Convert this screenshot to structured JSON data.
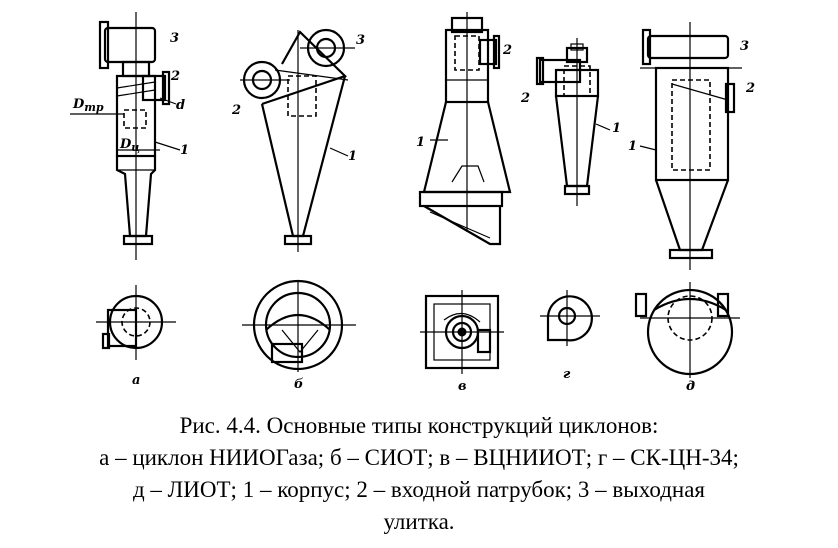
{
  "figure": {
    "variants": [
      "а",
      "б",
      "в",
      "г",
      "д"
    ],
    "part_labels": {
      "one": "1",
      "two": "2",
      "three": "3"
    },
    "dimension_labels": {
      "inlet_width": "d",
      "pipe_diameter": "D",
      "pipe_sub": "тр",
      "body_diameter": "D",
      "body_sub": "ц"
    }
  },
  "caption": {
    "line1": "Рис. 4.4. Основные типы конструкций циклонов:",
    "line2": "а – циклон НИИОГаза; б – СИОТ; в – ВЦНИИОТ; г – СК-ЦН-34;",
    "line3": "д – ЛИОТ; 1 – корпус; 2 – входной патрубок; 3 – выходная",
    "line4": "улитка."
  }
}
